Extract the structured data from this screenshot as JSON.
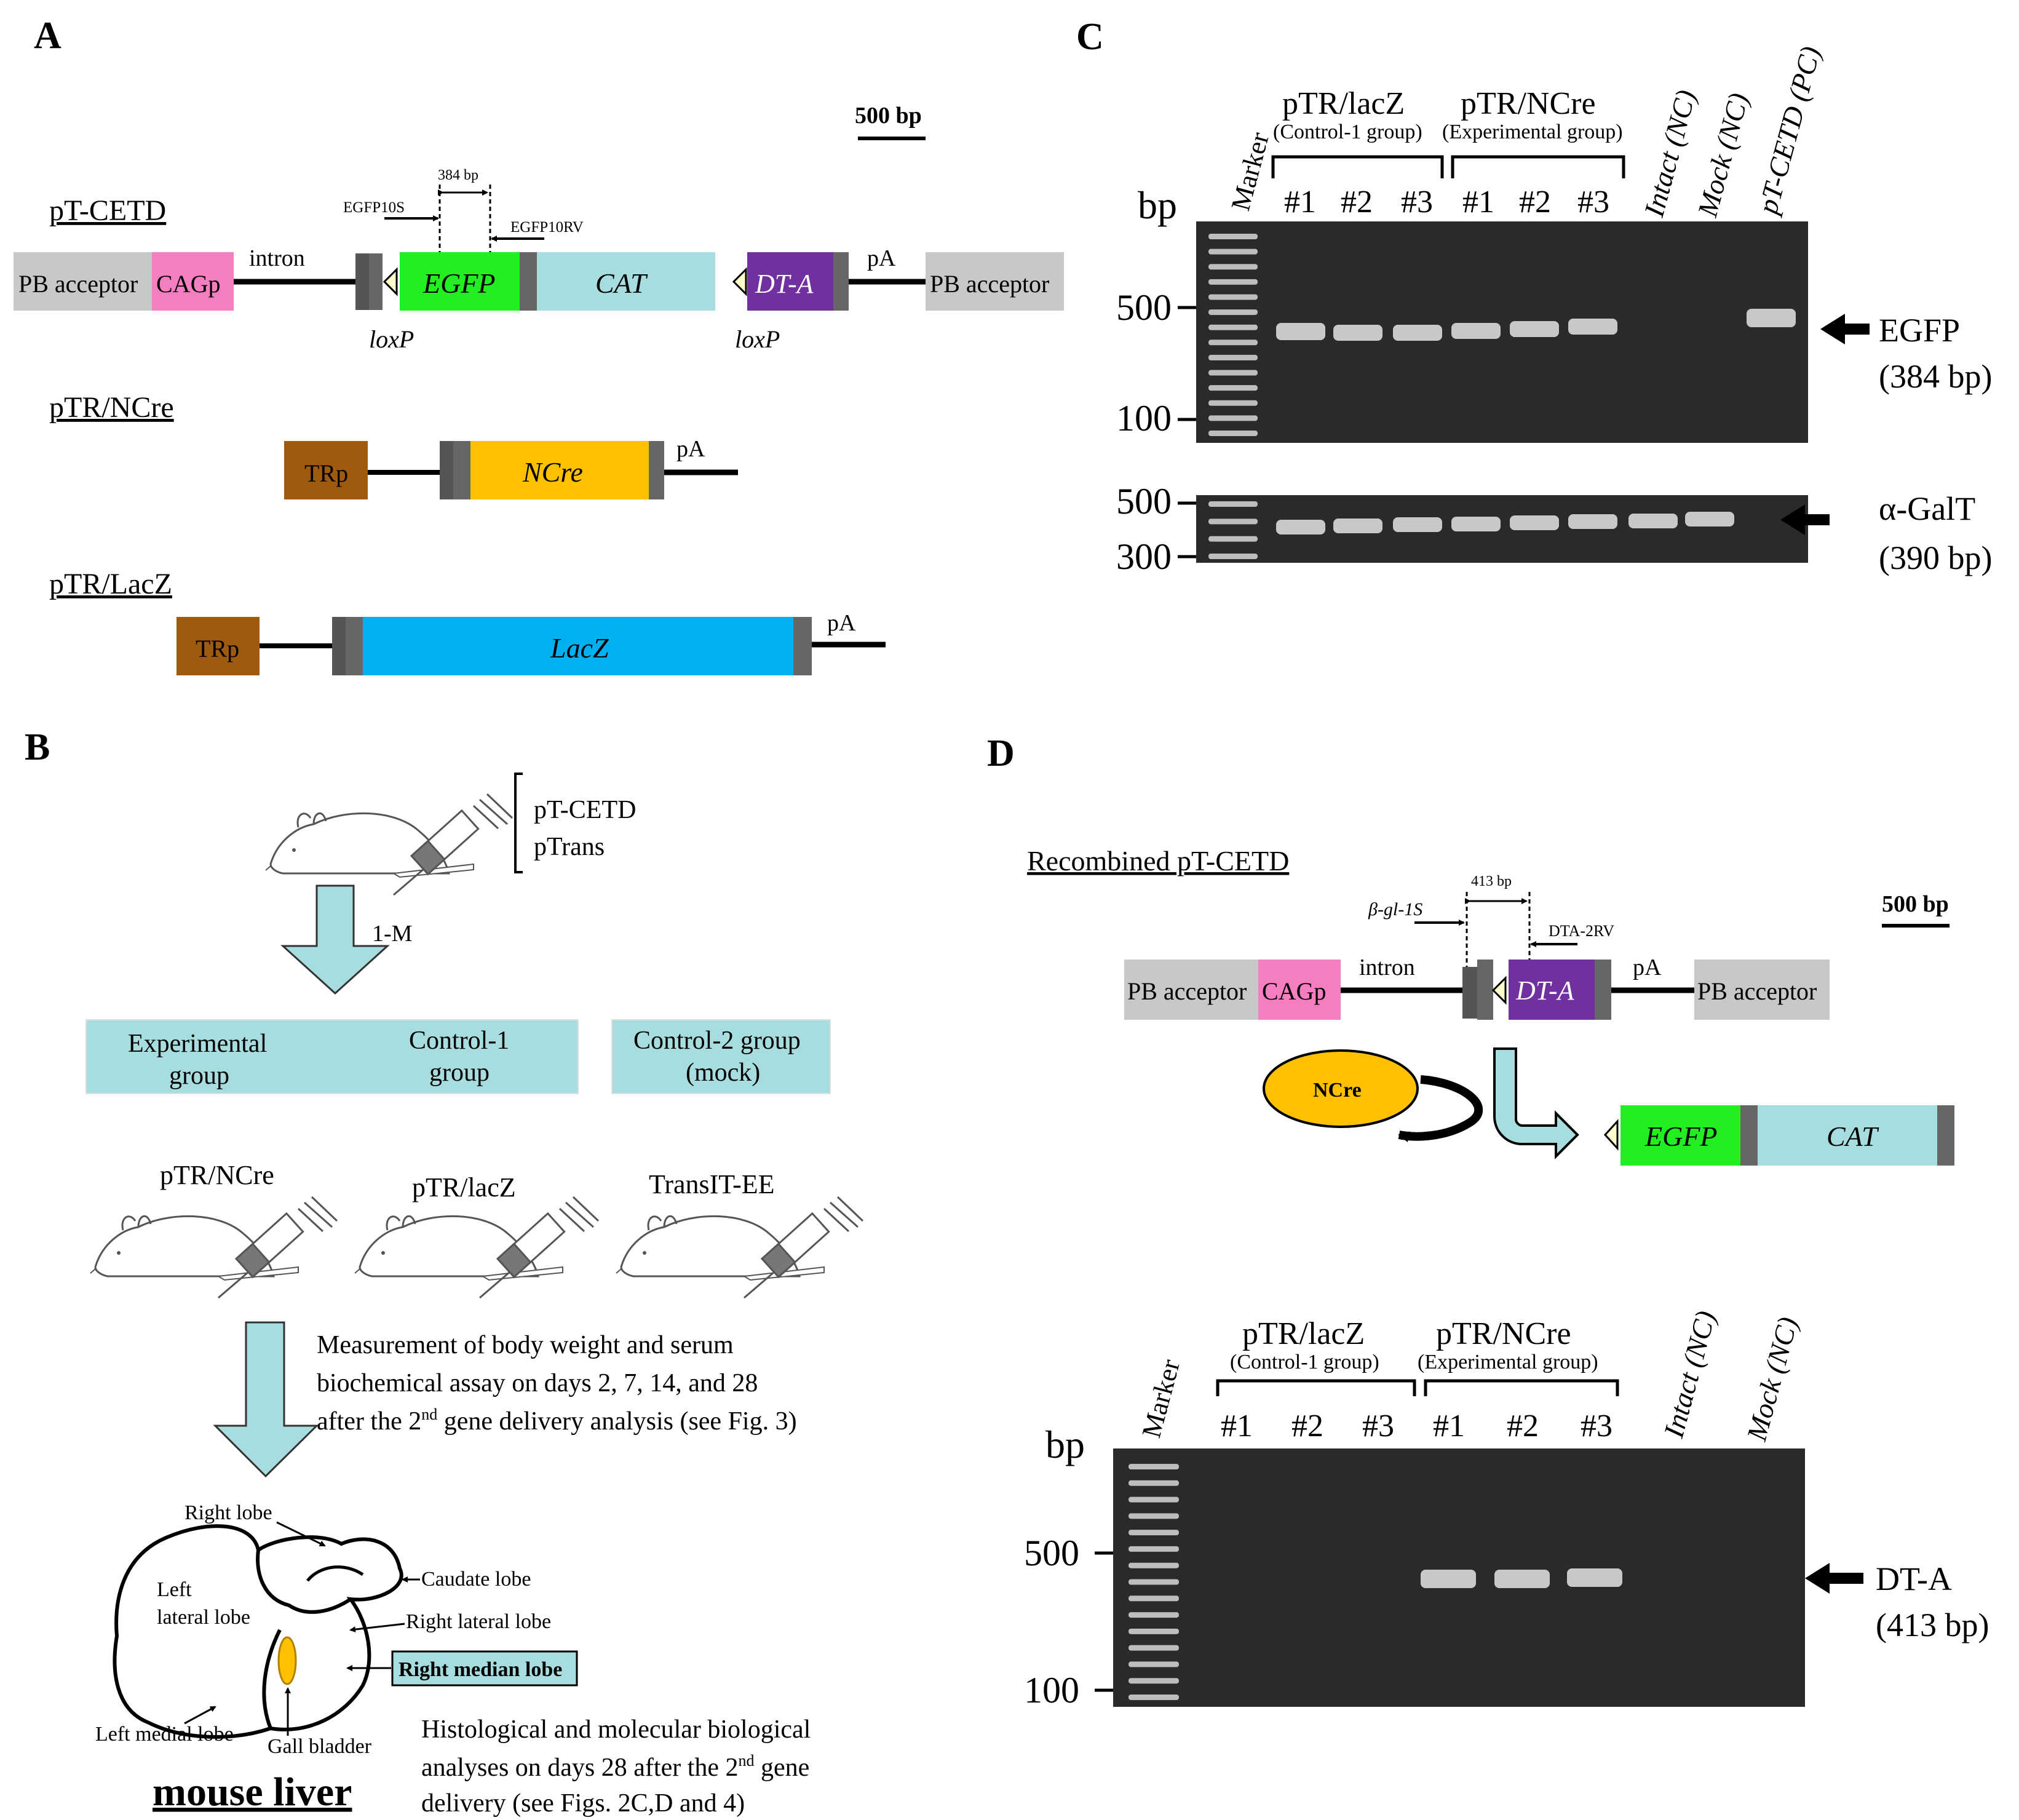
{
  "panels": {
    "a": "A",
    "b": "B",
    "c": "C",
    "d": "D"
  },
  "panel_a": {
    "scale_bar": "500 bp",
    "pt_cetd": {
      "name": "pT-CETD",
      "pb_left": "PB acceptor",
      "cagp": "CAGp",
      "intron": "intron",
      "egfp": "EGFP",
      "cat": "CAT",
      "dta": "DT-A",
      "pa": "pA",
      "pb_right": "PB acceptor",
      "loxp_left": "loxP",
      "loxp_right": "loxP",
      "primer_fwd": "EGFP10S",
      "primer_rev": "EGFP10RV",
      "amplicon": "384 bp"
    },
    "ptr_ncre": {
      "name": "pTR/NCre",
      "trp": "TRp",
      "gene": "NCre",
      "pa": "pA"
    },
    "ptr_lacz": {
      "name": "pTR/LacZ",
      "trp": "TRp",
      "gene": "LacZ",
      "pa": "pA"
    }
  },
  "panel_b": {
    "injection": [
      "pT-CETD",
      "pTrans"
    ],
    "interval": "1-M",
    "groups": {
      "experimental": [
        "Experimental",
        "group"
      ],
      "control1": [
        "Control-1",
        "group"
      ],
      "control2": [
        "Control-2 group",
        "(mock)"
      ]
    },
    "treatments": [
      "pTR/NCre",
      "pTR/lacZ",
      "TransIT-EE"
    ],
    "measurement": {
      "line1": "Measurement of body weight and serum",
      "line2": "biochemical assay on days 2, 7, 14, and 28",
      "line3_a": "after the 2",
      "line3_sup": "nd",
      "line3_b": " gene delivery analysis (see Fig. 3)"
    },
    "liver": {
      "right_lobe": "Right lobe",
      "caudate_lobe": "Caudate lobe",
      "left_lateral_1": "Left",
      "left_lateral_2": "lateral lobe",
      "right_lateral_lobe": "Right lateral lobe",
      "right_median_lobe": "Right median lobe",
      "left_medial_lobe": "Left medial lobe",
      "gall_bladder": "Gall bladder",
      "title": "mouse liver"
    },
    "histology": {
      "line1": "Histological and molecular biological",
      "line2_a": "analyses on days 28 after the 2",
      "line2_sup": "nd",
      "line2_b": " gene",
      "line3": "delivery (see Figs. 2C,D and 4)"
    }
  },
  "panel_c": {
    "marker": "Marker",
    "group1": {
      "name": "pTR/lacZ",
      "sub": "(Control-1 group)"
    },
    "group2": {
      "name": "pTR/NCre",
      "sub": "(Experimental group)"
    },
    "lanes": [
      "#1",
      "#2",
      "#3",
      "#1",
      "#2",
      "#3"
    ],
    "controls": [
      "Intact (NC)",
      "Mock (NC)",
      "pT-CETD (PC)"
    ],
    "bp": "bp",
    "gel1_ticks": [
      "500",
      "100"
    ],
    "gel2_ticks": [
      "500",
      "300"
    ],
    "band1": {
      "name": "EGFP",
      "size": "(384 bp)"
    },
    "band2": {
      "name": "α-GalT",
      "size": "(390 bp)"
    }
  },
  "panel_d": {
    "title": "Recombined pT-CETD",
    "scale_bar": "500 bp",
    "construct": {
      "pb_left": "PB acceptor",
      "cagp": "CAGp",
      "intron": "intron",
      "dta": "DT-A",
      "pa": "pA",
      "pb_right": "PB acceptor",
      "primer_fwd": "β-gl-1S",
      "primer_rev": "DTA-2RV",
      "amplicon": "413 bp"
    },
    "ncre": "NCre",
    "excised": {
      "egfp": "EGFP",
      "cat": "CAT"
    },
    "marker": "Marker",
    "group1": {
      "name": "pTR/lacZ",
      "sub": "(Control-1 group)"
    },
    "group2": {
      "name": "pTR/NCre",
      "sub": "(Experimental group)"
    },
    "lanes": [
      "#1",
      "#2",
      "#3",
      "#1",
      "#2",
      "#3"
    ],
    "controls": [
      "Intact (NC)",
      "Mock (NC)"
    ],
    "bp": "bp",
    "ticks": [
      "500",
      "100"
    ],
    "band": {
      "name": "DT-A",
      "size": "(413 bp)"
    }
  },
  "colors": {
    "pb_acceptor": "#c8c8c8",
    "cagp": "#f47ec0",
    "egfp": "#22ee22",
    "cat": "#a8dde0",
    "dta": "#7030a0",
    "trp": "#a05a0f",
    "ncre": "#ffc000",
    "lacz": "#00b0f0",
    "group_box": "#a8dde0",
    "gel": "#2a2a2a",
    "band": "#c8c8c8"
  }
}
